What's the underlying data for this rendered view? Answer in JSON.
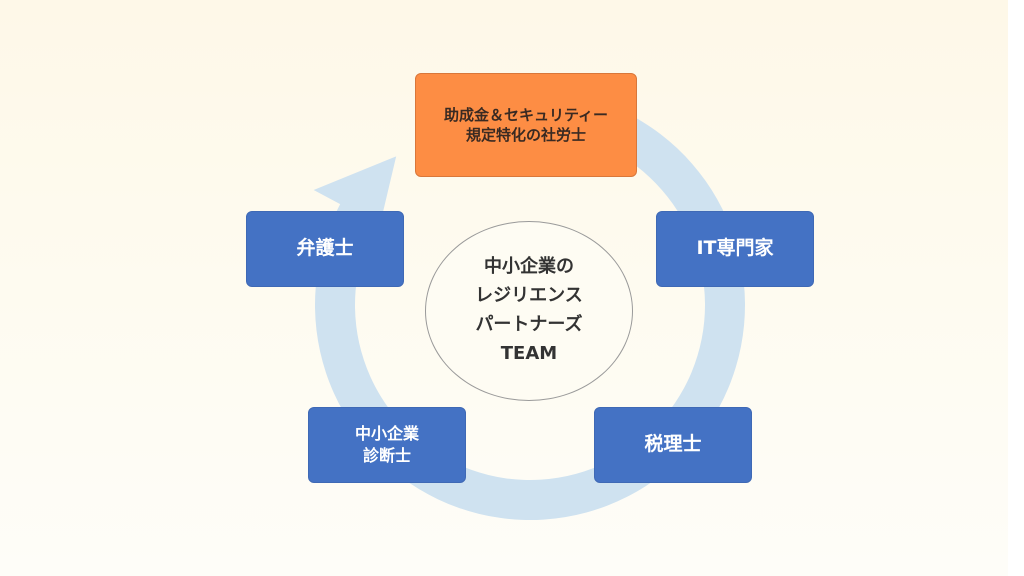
{
  "diagram": {
    "type": "cycle",
    "colors": {
      "ring": "#cfe2f0",
      "node_blue": "#4472c4",
      "node_orange": "#fd8d44",
      "center_border": "#9a9a9a",
      "background": "#fef9ea"
    },
    "center": {
      "lines": [
        "中小企業の",
        "レジリエンス",
        "パートナーズ",
        "TEAM"
      ]
    },
    "nodes": [
      {
        "id": "sharoushi",
        "lines": [
          "助成金＆セキュリティー",
          "規定特化の社労士"
        ],
        "highlight": true
      },
      {
        "id": "it",
        "lines": [
          "IT専門家"
        ]
      },
      {
        "id": "zeirishi",
        "lines": [
          "税理士"
        ]
      },
      {
        "id": "shindanshi",
        "lines": [
          "中小企業",
          "診断士"
        ]
      },
      {
        "id": "bengoshi",
        "lines": [
          "弁護士"
        ]
      }
    ],
    "ring_direction": "clockwise"
  }
}
